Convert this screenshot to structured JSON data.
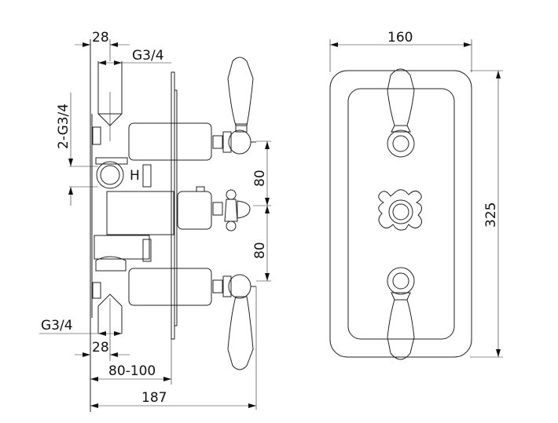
{
  "side_view": {
    "dim_top_depth": "28",
    "dim_top_thread": "G3/4",
    "dim_outlets": "2-G3/4",
    "dim_bottom_thread": "G3/4",
    "dim_bottom_depth": "28",
    "dim_wall_depth": "80-100",
    "dim_total_depth": "187",
    "dim_spacing_upper": "80",
    "dim_spacing_lower": "80",
    "label_hot": "H"
  },
  "front_view": {
    "dim_width": "160",
    "dim_height": "325"
  }
}
